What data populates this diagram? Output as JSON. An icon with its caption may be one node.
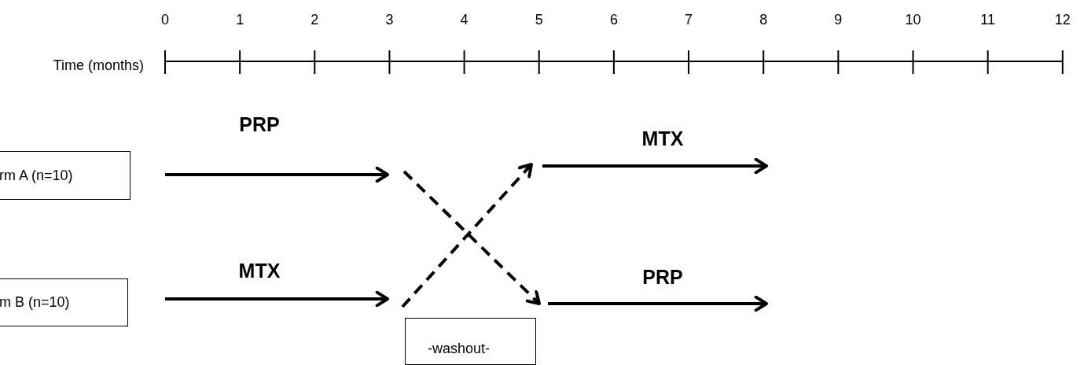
{
  "diagram": {
    "nodes": [
      {
        "text": [
          "rm A (n=10)"
        ]
      },
      {
        "text": [
          "m B (n=10)"
        ]
      },
      {
        "text": [
          "-washout-"
        ]
      }
    ],
    "labels": [
      "0",
      "1",
      "2",
      "3",
      "4",
      "5",
      "6",
      "7",
      "8",
      "9",
      "10",
      "11",
      "12",
      "Time (months)",
      "PRP",
      "MTX",
      "MTX",
      "PRP"
    ]
  }
}
